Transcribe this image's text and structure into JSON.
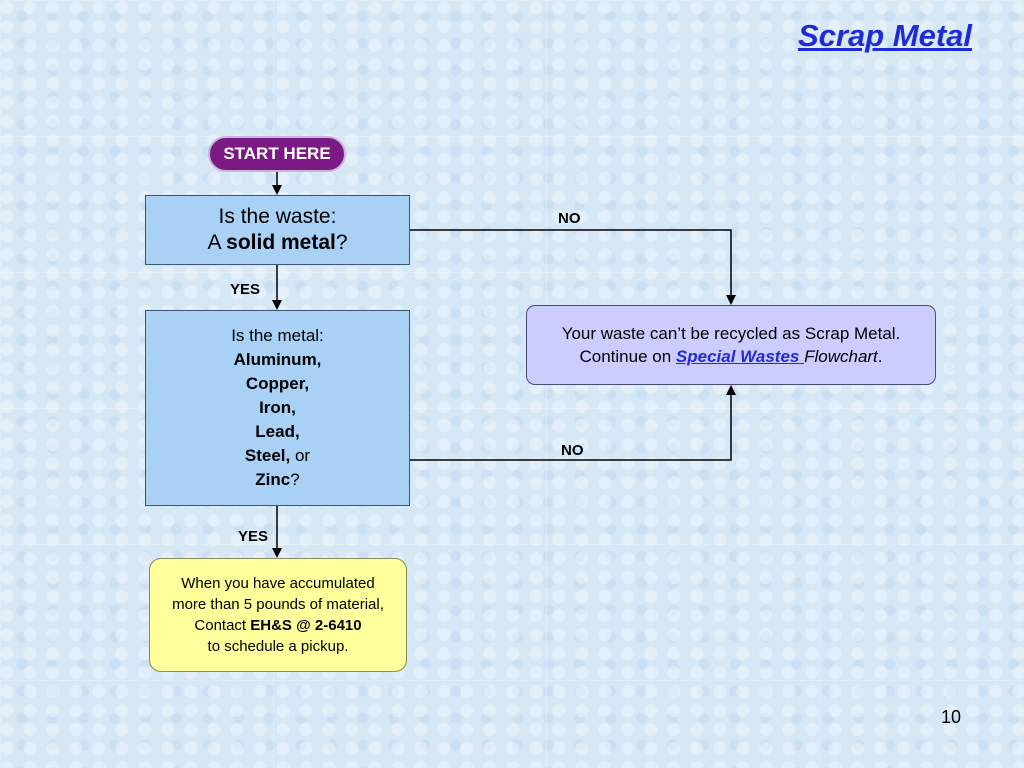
{
  "title": "Scrap Metal",
  "start_label": "START HERE",
  "question1": {
    "line1": "Is the waste:",
    "prefix": "A ",
    "bold": "solid metal",
    "suffix": "?"
  },
  "question2": {
    "intro": "Is the metal:",
    "metals": [
      "Aluminum,",
      "Copper,",
      "Iron,",
      "Lead,",
      "Steel,"
    ],
    "or_word": " or",
    "last_metal": "Zinc",
    "suffix": "?"
  },
  "result_box": {
    "line1": "Your waste can’t be recycled as Scrap Metal.",
    "prefix": "Continue on ",
    "link": "Special Wastes ",
    "italic": "Flowchart",
    "suffix": "."
  },
  "final_box": {
    "line1": "When you have accumulated",
    "line2": "more than 5 pounds of material,",
    "contact_prefix": "Contact ",
    "contact_bold": "EH&S @ 2-6410",
    "line4": "to schedule a pickup."
  },
  "labels": {
    "no1": "NO",
    "yes1": "YES",
    "no2": "NO",
    "yes2": "YES"
  },
  "page_number": "10",
  "colors": {
    "title": "#1f2bd6",
    "start_fill": "#7b1a84",
    "question_fill": "#a9d0f5",
    "result_fill": "#ccccfe",
    "final_fill": "#ffff9c"
  }
}
